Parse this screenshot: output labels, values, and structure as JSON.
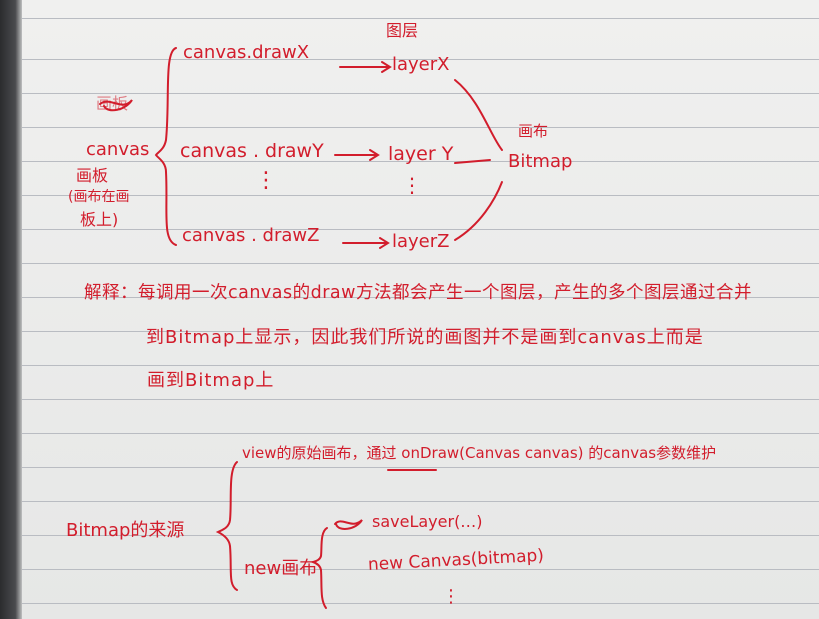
{
  "notes": {
    "canvas_draws": [
      "canvas.drawX",
      "canvas . drawY",
      "canvas . drawZ"
    ],
    "layers": [
      "layerX",
      "layer Y",
      "layerZ"
    ],
    "layer_label": "图层",
    "bitmap_label": "画布",
    "bitmap": "Bitmap",
    "canvas_label_scribble": "画板",
    "canvas_word": "canvas",
    "canvas_label_lines": [
      "画板",
      "(画布在画",
      "板上)"
    ],
    "vertical_ellipsis": "⋮",
    "explanation_lines": [
      "解释：每调用一次canvas的draw方法都会产生一个图层，产生的多个图层通过合并",
      "到Bitmap上显示，因此我们所说的画图并不是画到canvas上而是",
      "画到Bitmap上"
    ],
    "bitmap_source": "Bitmap的来源",
    "source_view": "view的原始画布，通过 onDraw(Canvas canvas) 的canvas参数维护",
    "source_new": "new画布",
    "save_layer": "saveLayer(…)",
    "new_canvas": "new Canvas(bitmap)"
  },
  "colors": {
    "ink": "#d21d2c",
    "paper": "#eeeeed",
    "rule": "#b9bcc2"
  }
}
